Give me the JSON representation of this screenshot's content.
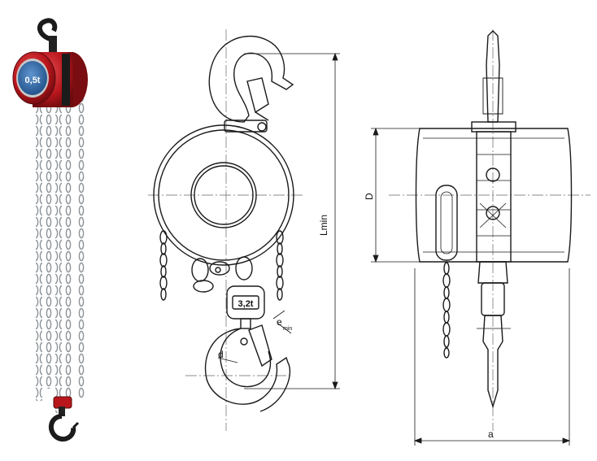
{
  "photo": {
    "badge_text": "0,5t",
    "colors": {
      "body": "#b8161c",
      "badge": "#2f6fb0",
      "metal": "#9aa0a6",
      "dark": "#1b1b1b"
    }
  },
  "front_view": {
    "labels": {
      "length": "Lmin",
      "hook_opening": "d",
      "hook_gap": "e",
      "hook_gap_sub": "min",
      "block_plate": "3,2t"
    }
  },
  "side_view": {
    "labels": {
      "diameter": "D",
      "width": "a"
    }
  },
  "colors": {
    "line": "#1a1a1a",
    "center": "#555555"
  }
}
